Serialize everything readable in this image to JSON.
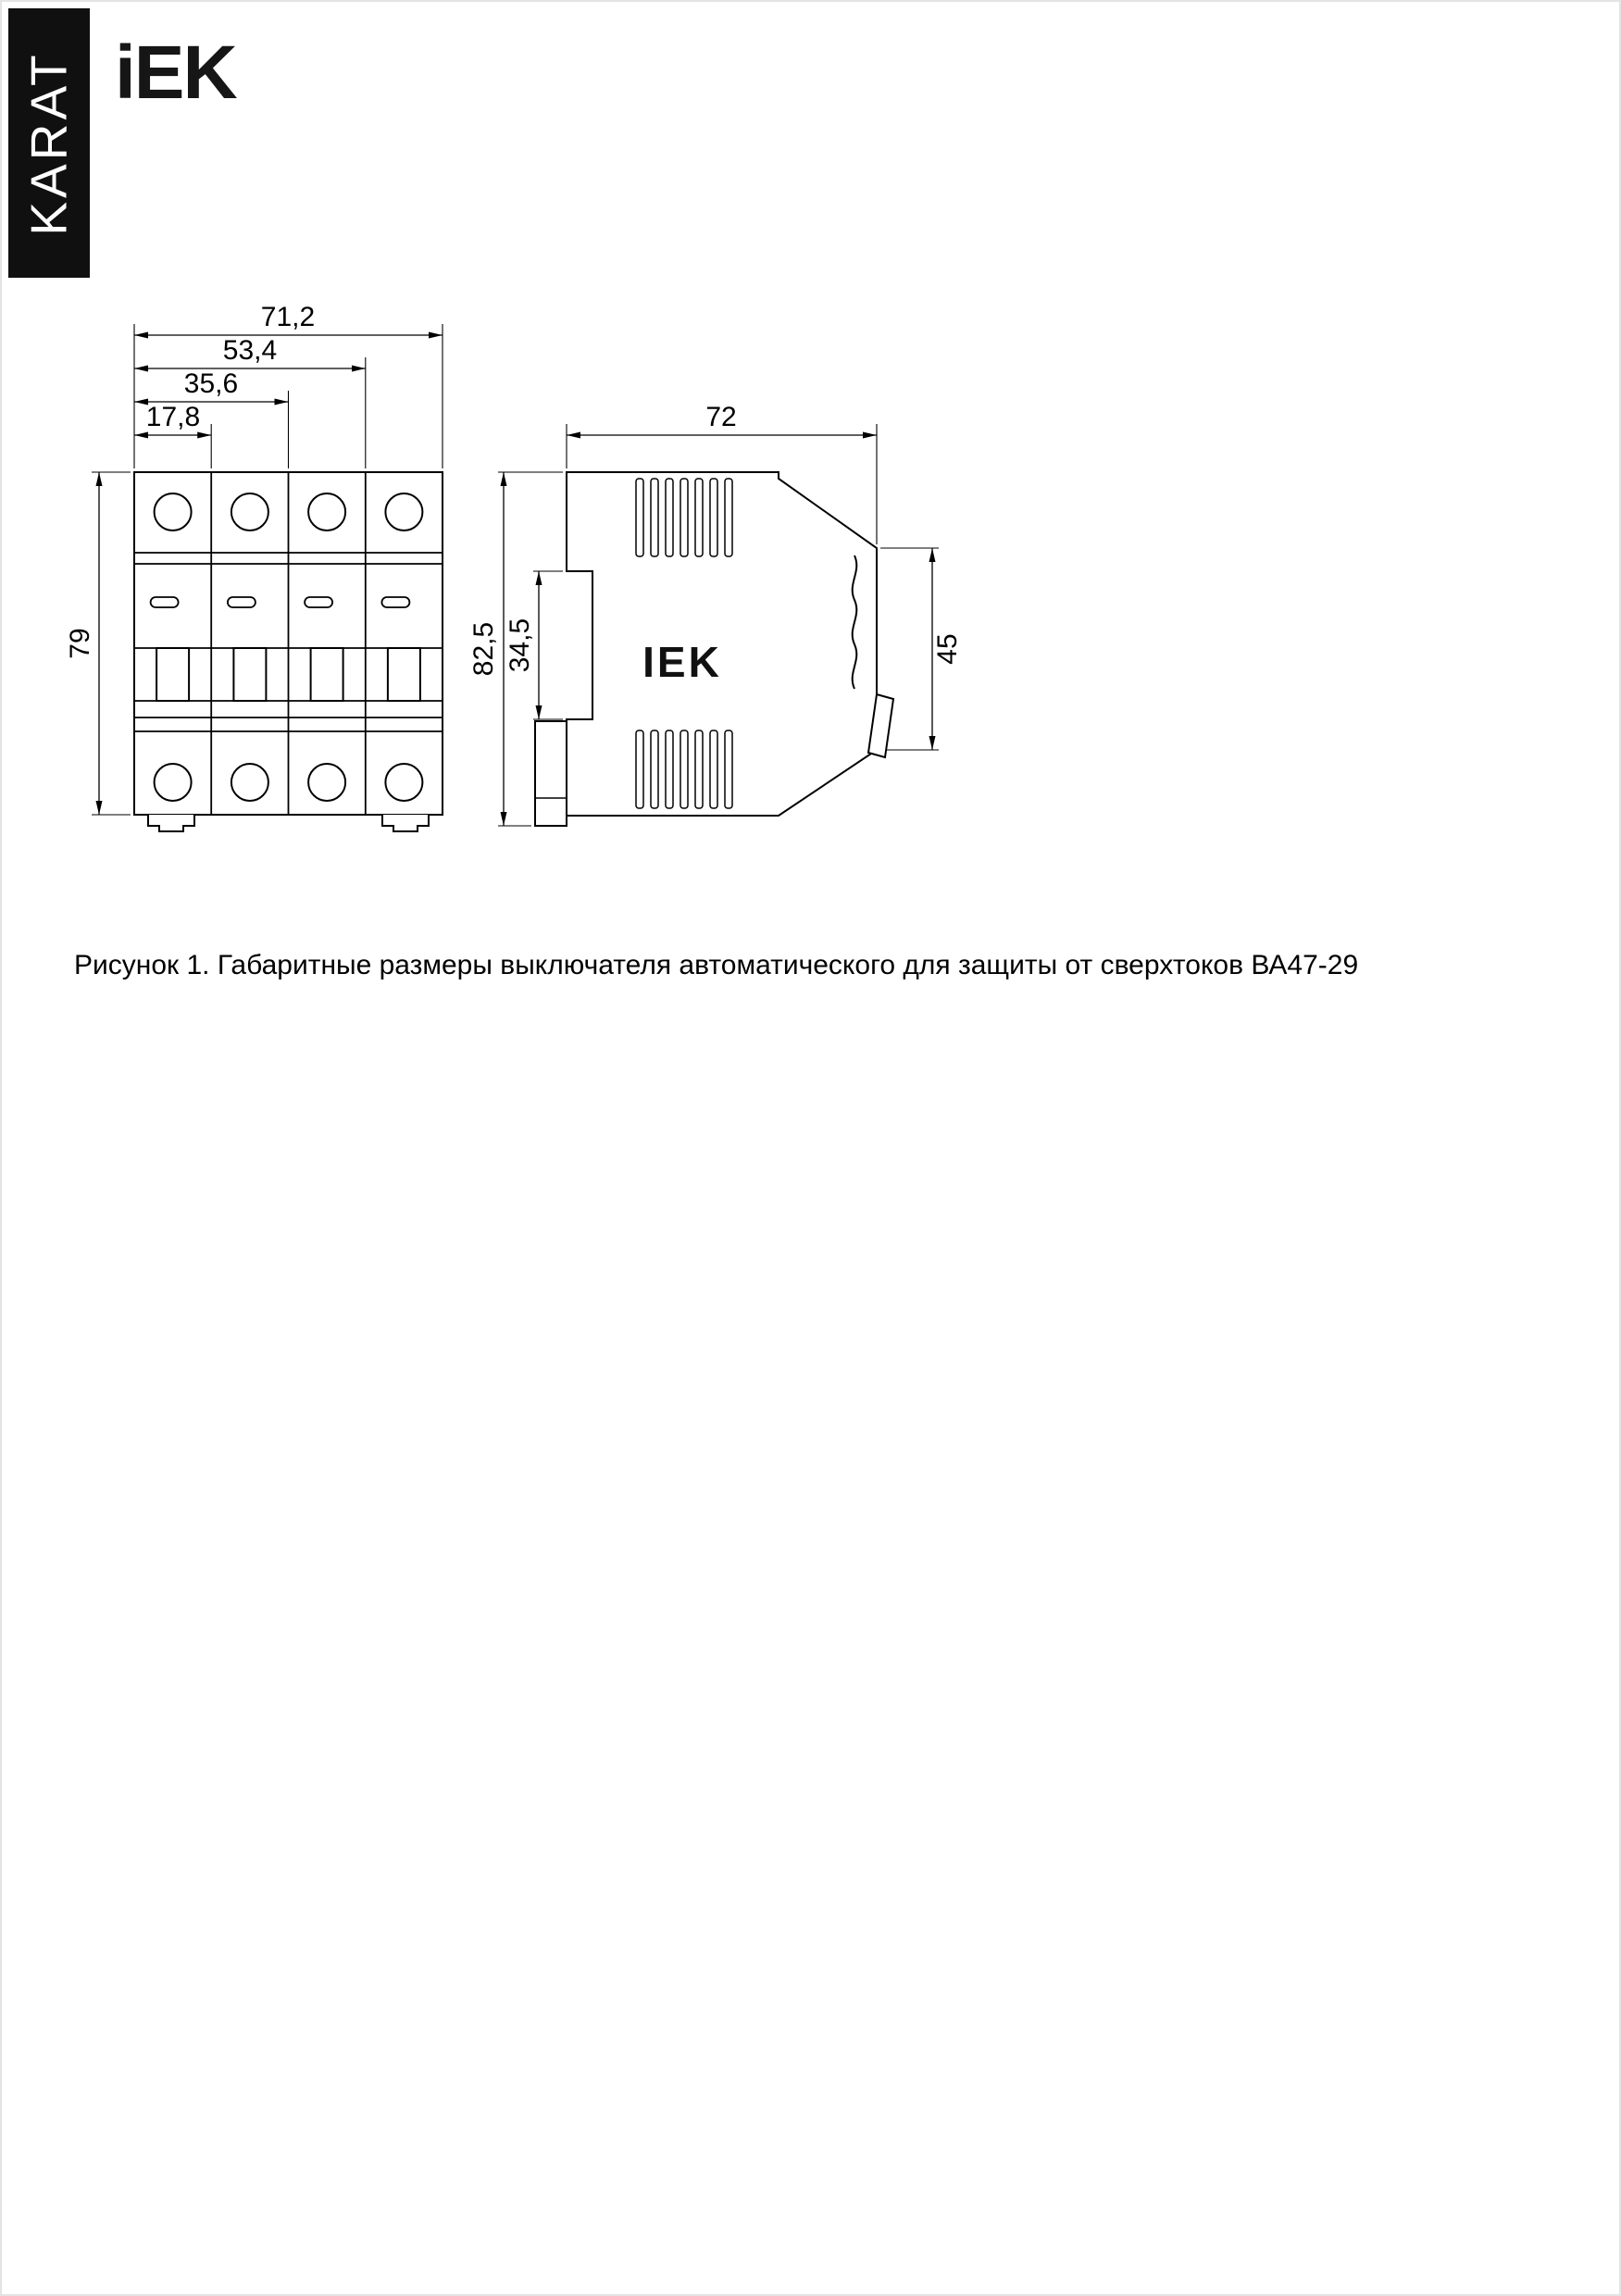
{
  "page": {
    "brand_vertical": "KARAT",
    "logo_text": "iEK",
    "caption": "Рисунок 1. Габаритные размеры выключателя автоматического для защиты от сверхтоков ВА47-29"
  },
  "front_view": {
    "dim_total_width": "71,2",
    "dim_three_modules": "53,4",
    "dim_two_modules": "35,6",
    "dim_one_module": "17,8",
    "dim_height": "79"
  },
  "side_view": {
    "dim_depth": "72",
    "dim_total_height": "82,5",
    "dim_din_rail": "34,5",
    "dim_front_panel": "45",
    "embossed_logo": "IEK"
  }
}
